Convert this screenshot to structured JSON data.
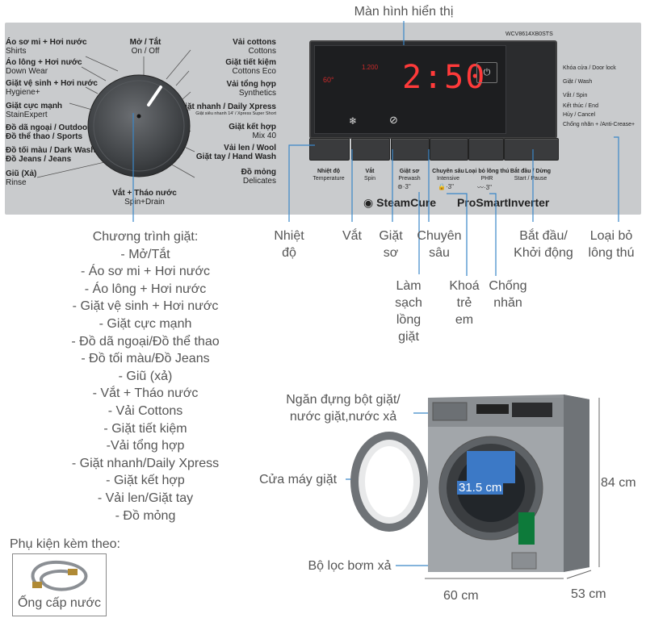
{
  "display_title": "Màn hình hiển thị",
  "model": "WCV8614XB0STS",
  "display": {
    "time": "2:50",
    "temp": "60°",
    "spin": "1.200"
  },
  "left_programs": [
    {
      "vn": "Áo sơ mi + Hơi nước",
      "en": "Shirts"
    },
    {
      "vn": "Áo lông + Hơi nước",
      "en": "Down Wear"
    },
    {
      "vn": "Giặt vệ sinh + Hơi nước",
      "en": "Hygiene+"
    },
    {
      "vn": "Giặt cực mạnh",
      "en": "StainExpert"
    },
    {
      "vn": "Đồ dã ngoại / Outdoor",
      "en": "Đồ thể thao / Sports"
    },
    {
      "vn": "Đồ tối màu / Dark Wash",
      "en": "Đồ Jeans / Jeans"
    },
    {
      "vn": "Giũ (Xả)",
      "en": "Rinse"
    }
  ],
  "top_program": {
    "vn": "Mở / Tắt",
    "en": "On / Off"
  },
  "bottom_program": {
    "vn": "Vắt + Tháo nước",
    "en": "Spin+Drain"
  },
  "right_programs": [
    {
      "vn": "Vải cottons",
      "en": "Cottons"
    },
    {
      "vn": "Giặt tiết kiệm",
      "en": "Cottons Eco"
    },
    {
      "vn": "Vải tổng hợp",
      "en": "Synthetics"
    },
    {
      "vn": "Giặt nhanh / Daily Xpress",
      "en": "Giặt siêu nhanh 14' / Xpress Super Short"
    },
    {
      "vn": "Giặt kết hợp",
      "en": "Mix 40"
    },
    {
      "vn": "Vải len / Wool",
      "en": "Giặt tay / Hand Wash"
    },
    {
      "vn": "Đồ mỏng",
      "en": "Delicates"
    }
  ],
  "button_labels": [
    {
      "vn": "Nhiệt độ",
      "en": "Temperature"
    },
    {
      "vn": "Vắt",
      "en": "Spin"
    },
    {
      "vn": "Giặt sơ",
      "en": "Prewash"
    },
    {
      "vn": "Chuyên sâu",
      "en": "Intensive"
    },
    {
      "vn": "Loại bỏ lông thú",
      "en": "PHR"
    },
    {
      "vn": "Bắt đầu / Dừng",
      "en": "Start / Pause"
    }
  ],
  "right_panel_labels": [
    "Khóa cửa / Door lock",
    "Giặt / Wash",
    "Vắt / Spin",
    "Kết thúc / End",
    "Hủy / Cancel",
    "Chống nhăn + /Anti-Crease+"
  ],
  "brand": {
    "steamcure": "SteamCure",
    "inverter": "ProSmartInverter"
  },
  "callouts": {
    "temp": [
      "Nhiệt",
      "độ"
    ],
    "spin": [
      "Vắt"
    ],
    "prewash": [
      "Giặt",
      "sơ"
    ],
    "intensive": [
      "Chuyên",
      "sâu"
    ],
    "start": [
      "Bắt đầu/",
      "Khởi động"
    ],
    "phr": [
      "Loại bỏ",
      "lông thú"
    ],
    "drum_clean": [
      "Làm",
      "sạch",
      "lồng",
      "giặt"
    ],
    "child_lock": [
      "Khoá",
      "trẻ",
      "em"
    ],
    "anti_crease": [
      "Chống",
      "nhăn"
    ]
  },
  "program_list": [
    "Chương trình giặt:",
    "- Mở/Tắt",
    "- Áo sơ mi + Hơi nước",
    "- Áo lông + Hơi nước",
    "- Giặt vệ sinh + Hơi nước",
    "- Giặt cực mạnh",
    "- Đồ dã ngoại/Đồ thể thao",
    "- Đồ tối màu/Đồ Jeans",
    "- Giũ (xả)",
    "- Vắt + Tháo nước",
    "- Vải Cottons",
    "- Giặt tiết kiệm",
    "-Vải tổng hợp",
    "- Giặt nhanh/Daily Xpress",
    "- Giặt kết hợp",
    "- Vải len/Giặt tay",
    "- Đồ mỏng"
  ],
  "accessory": {
    "title": "Phụ kiện kèm theo:",
    "item": "Ống cấp nước"
  },
  "machine": {
    "detergent": [
      "Ngăn đựng bột giặt/",
      "nước giặt,nước xả"
    ],
    "door": "Cửa máy giặt",
    "door_diameter": "31.5 cm",
    "filter": "Bộ lọc bơm xả",
    "height": "84 cm",
    "width": "60 cm",
    "depth": "53 cm"
  },
  "colors": {
    "accent": "#3a87c8",
    "display_red": "#ff3a3a",
    "panel": "#c9cbcd"
  }
}
